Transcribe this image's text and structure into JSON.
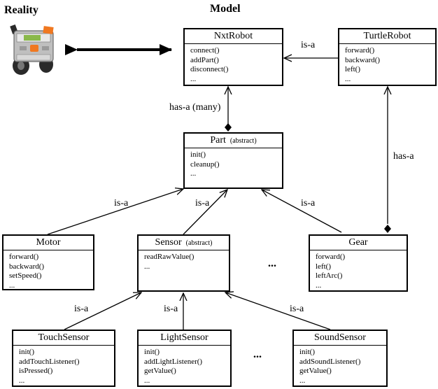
{
  "headings": {
    "reality": "Reality",
    "model": "Model"
  },
  "classes": {
    "nxtrobot": {
      "name": "NxtRobot",
      "ops": [
        "connect()",
        "addPart()",
        "disconnect()",
        "..."
      ]
    },
    "turtlerobot": {
      "name": "TurtleRobot",
      "ops": [
        "forward()",
        "backward()",
        "left()",
        "..."
      ]
    },
    "part": {
      "name": "Part",
      "stereotype": "(abstract)",
      "ops": [
        "init()",
        "cleanup()",
        "..."
      ]
    },
    "motor": {
      "name": "Motor",
      "ops": [
        "forward()",
        "backward()",
        "setSpeed()",
        "..."
      ]
    },
    "sensor": {
      "name": "Sensor",
      "stereotype": "(abstract)",
      "ops": [
        "readRawValue()",
        "..."
      ]
    },
    "gear": {
      "name": "Gear",
      "ops": [
        "forward()",
        "left()",
        "leftArc()",
        "..."
      ]
    },
    "touchsensor": {
      "name": "TouchSensor",
      "ops": [
        "init()",
        "addTouchListener()",
        "isPressed()",
        "..."
      ]
    },
    "lightsensor": {
      "name": "LightSensor",
      "ops": [
        "init()",
        "addLightListener()",
        "getValue()",
        "..."
      ]
    },
    "soundsensor": {
      "name": "SoundSensor",
      "ops": [
        "init()",
        "addSoundListener()",
        "getValue()",
        "..."
      ]
    }
  },
  "labels": {
    "is_a_turtle": "is-a",
    "has_a_many": "has-a (many)",
    "has_a_gear": "has-a",
    "is_a_motor": "is-a",
    "is_a_sensor": "is-a",
    "is_a_gear": "is-a",
    "is_a_touch": "is-a",
    "is_a_light": "is-a",
    "is_a_sound": "is-a"
  },
  "ellipses": {
    "parts": "...",
    "sensors": "..."
  },
  "colors": {
    "line": "#000000",
    "robot_body": "#bfbfbf",
    "robot_screen": "#8ab84a",
    "robot_accent": "#f07820",
    "wheel": "#2a2a2a"
  },
  "icons": {
    "robot": "lego-nxt-robot-icon"
  }
}
